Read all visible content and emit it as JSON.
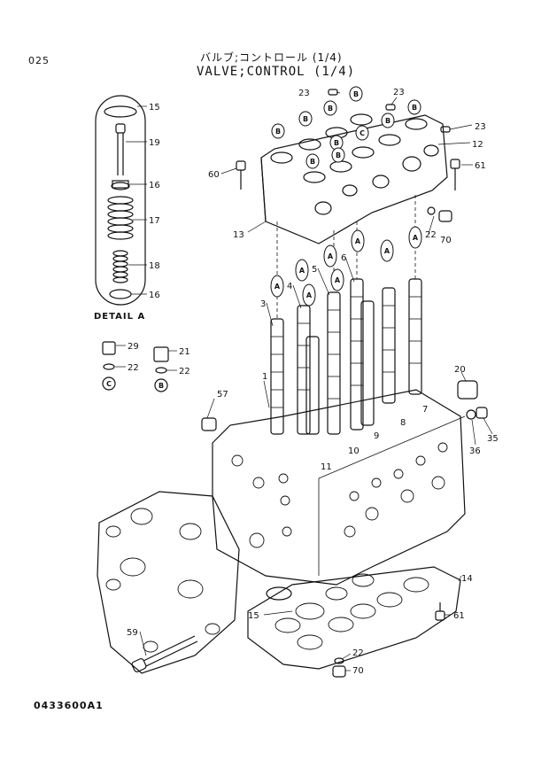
{
  "header": {
    "page_number": "025",
    "title_jp": "バルブ;コントロール (1/4)",
    "title_en": "VALVE;CONTROL (1/4)"
  },
  "detail_label": "DETAIL A",
  "drawing_number": "0433600A1",
  "callouts": [
    "15",
    "19",
    "16",
    "17",
    "18",
    "16",
    "29",
    "22",
    "21",
    "22",
    "23",
    "23",
    "23",
    "12",
    "60",
    "61",
    "13",
    "22",
    "70",
    "3",
    "4",
    "5",
    "6",
    "1",
    "57",
    "20",
    "7",
    "8",
    "9",
    "10",
    "11",
    "36",
    "35",
    "14",
    "15",
    "61",
    "59",
    "22",
    "70"
  ],
  "bubbles": [
    "B",
    "B",
    "B",
    "B",
    "C",
    "B",
    "B",
    "B",
    "B",
    "B",
    "A",
    "A",
    "A",
    "A",
    "A",
    "A",
    "A",
    "A",
    "C",
    "B"
  ]
}
